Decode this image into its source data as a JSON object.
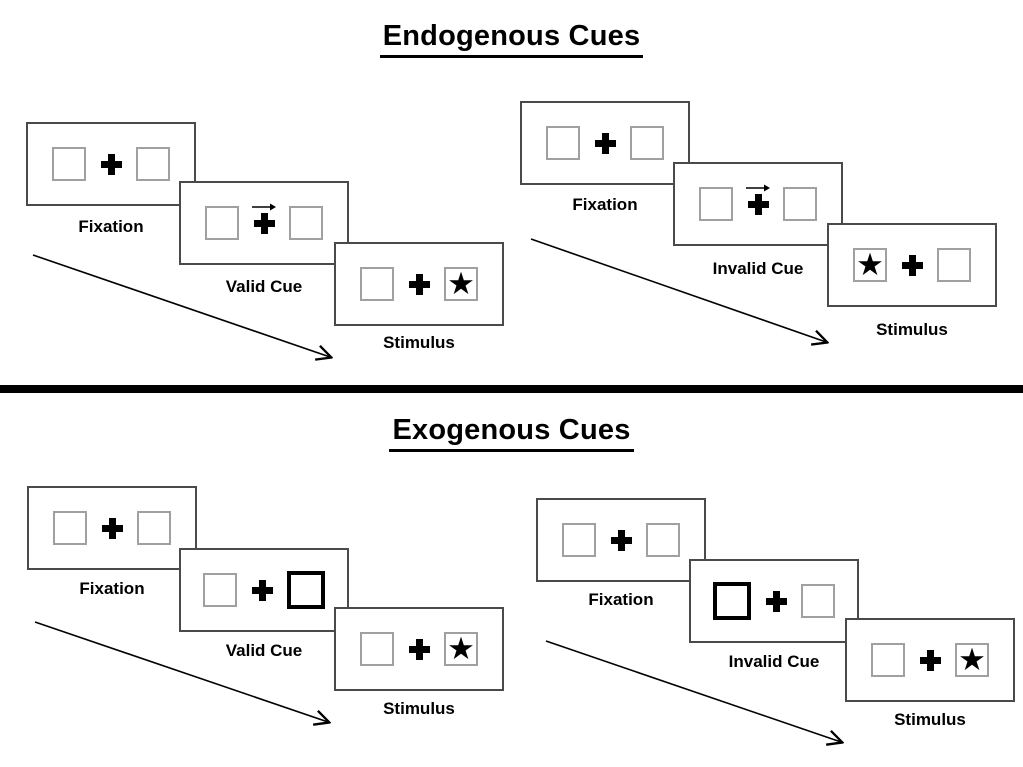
{
  "page": {
    "background": "#ffffff"
  },
  "icons": {
    "star": "★",
    "fixation_cross": "plus-cross",
    "cue_arrow": "arrow-right",
    "timeline_arrow": "diagonal-arrow-down-right"
  },
  "colors": {
    "ink": "#000000",
    "panel_border": "#4a4a4a",
    "box_border": "#a0a0a0",
    "cue_highlight_border": "#000000",
    "background": "#ffffff"
  },
  "sections": [
    {
      "id": "endogenous",
      "title": "Endogenous Cues",
      "groups": [
        {
          "id": "endogenous-valid",
          "cue_type": "central-arrow-right",
          "stimulus_side": "right",
          "steps": [
            {
              "label": "Fixation"
            },
            {
              "label": "Valid Cue"
            },
            {
              "label": "Stimulus"
            }
          ]
        },
        {
          "id": "endogenous-invalid",
          "cue_type": "central-arrow-right",
          "stimulus_side": "left",
          "steps": [
            {
              "label": "Fixation"
            },
            {
              "label": "Invalid Cue"
            },
            {
              "label": "Stimulus"
            }
          ]
        }
      ]
    },
    {
      "id": "exogenous",
      "title": "Exogenous Cues",
      "groups": [
        {
          "id": "exogenous-valid",
          "cue_type": "highlight-right-box",
          "stimulus_side": "right",
          "steps": [
            {
              "label": "Fixation"
            },
            {
              "label": "Valid Cue"
            },
            {
              "label": "Stimulus"
            }
          ]
        },
        {
          "id": "exogenous-invalid",
          "cue_type": "highlight-left-box",
          "stimulus_side": "right",
          "steps": [
            {
              "label": "Fixation"
            },
            {
              "label": "Invalid Cue"
            },
            {
              "label": "Stimulus"
            }
          ]
        }
      ]
    }
  ]
}
